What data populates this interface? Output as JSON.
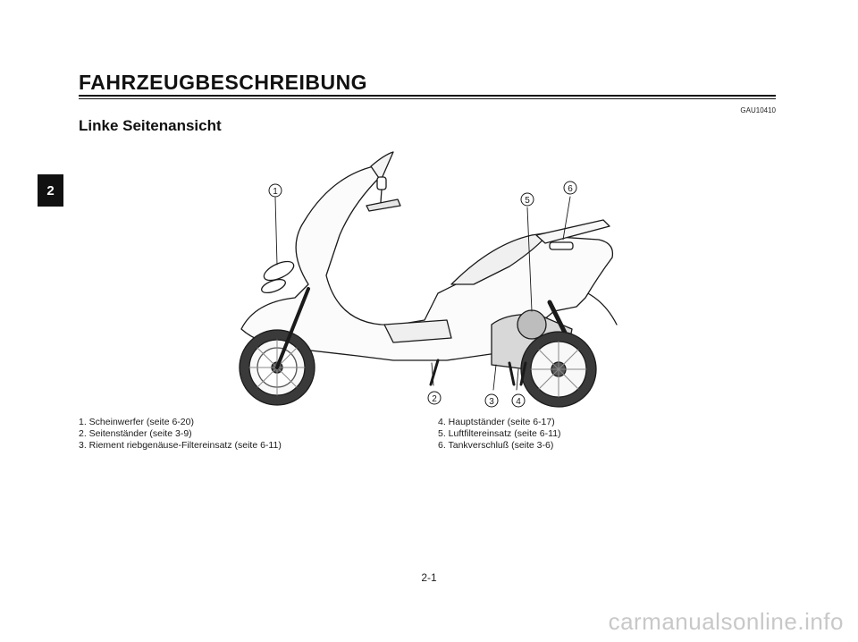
{
  "chapter": {
    "tab_number": "2",
    "title": "FAHRZEUGBESCHREIBUNG"
  },
  "section": {
    "code": "GAU10410",
    "title": "Linke Seitenansicht"
  },
  "callouts": [
    "1",
    "2",
    "3",
    "4",
    "5",
    "6"
  ],
  "legend": {
    "left": [
      "1. Scheinwerfer (seite 6-20)",
      "2. Seitenständer (seite 3-9)",
      "3. Riement riebgenäuse-Filtereinsatz (seite 6-11)"
    ],
    "right": [
      "4. Hauptständer (seite 6-17)",
      "5. Luftfiltereinsatz (seite 6-11)",
      "6. Tankverschluß (seite 3-6)"
    ]
  },
  "footer": {
    "page_number": "2-1"
  },
  "watermark": "carmanualsonline.info"
}
